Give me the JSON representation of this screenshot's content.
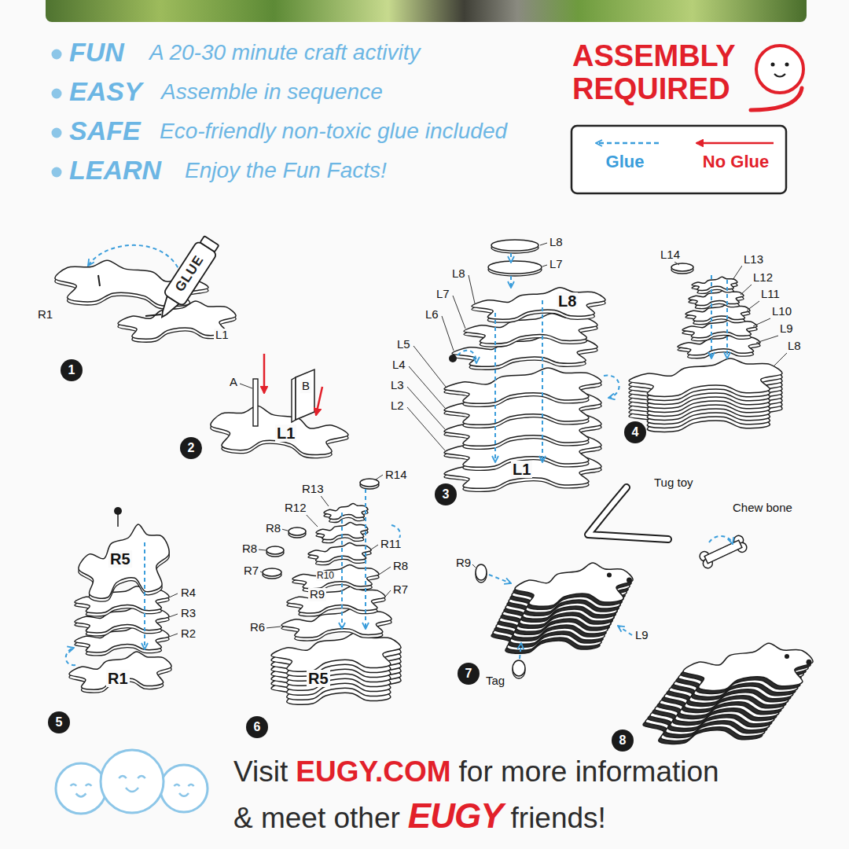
{
  "diagram": {
    "nodes": [
      {
        "text": [
          "1"
        ]
      },
      {
        "text": [
          "2"
        ]
      },
      {
        "text": [
          "3"
        ]
      },
      {
        "text": [
          "4"
        ]
      },
      {
        "text": [
          "5"
        ]
      },
      {
        "text": [
          "6"
        ]
      },
      {
        "text": [
          "7"
        ]
      },
      {
        "text": [
          "8"
        ]
      }
    ],
    "labels": [
      "FUN",
      "A 20-30 minute craft activity",
      "EASY",
      "Assemble in sequence",
      "SAFE",
      "Eco-friendly non-toxic glue included",
      "LEARN",
      "Enjoy the Fun Facts!",
      "ASSEMBLY REQUIRED",
      "R1",
      "GLUE",
      "L1",
      "A",
      "B",
      "L1",
      "L8",
      "L7",
      "L8",
      "L7",
      "L6",
      "L5",
      "L4",
      "L3",
      "L2",
      "L8",
      "L1",
      "L14",
      "L13",
      "L12",
      "L11",
      "L10",
      "L9",
      "L8",
      "R5",
      "R4",
      "R3",
      "R2",
      "R1",
      "R14",
      "R13",
      "R12",
      "R11",
      "R8",
      "R8",
      "R7",
      "R10",
      "R9",
      "R8",
      "R7",
      "R6",
      "R5",
      "Tug toy",
      "Chew bone",
      "R9",
      "L9",
      "Tag",
      "Visit",
      "EUGY.COM",
      "for more information",
      "& meet other",
      "EUGY",
      "friends!"
    ],
    "legend": [
      {
        "text": "Glue"
      },
      {
        "text": "No Glue"
      }
    ]
  }
}
